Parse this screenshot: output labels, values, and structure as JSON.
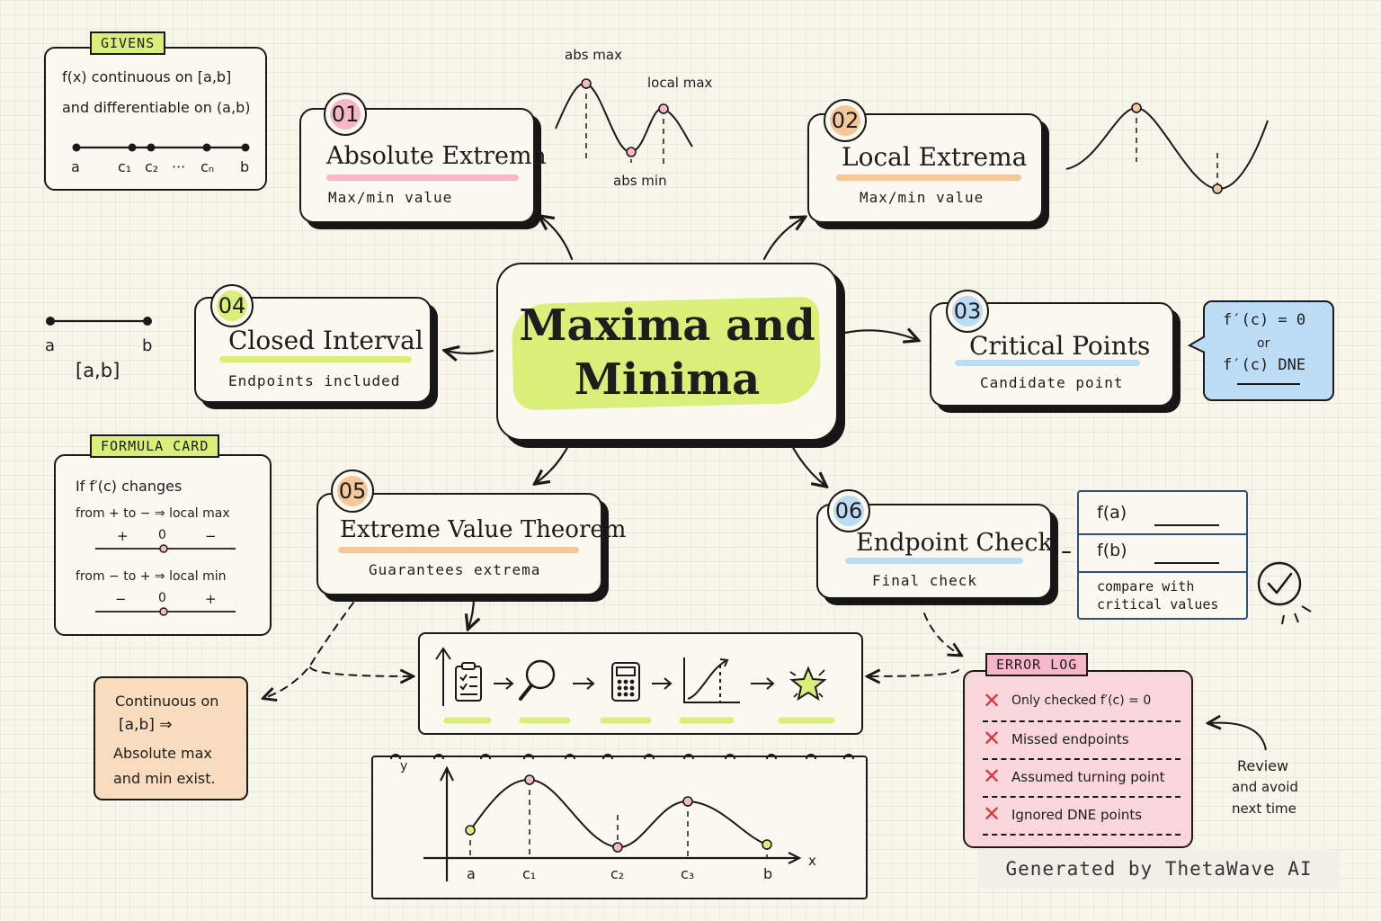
{
  "title": {
    "line1": "Maxima and",
    "line2": "Minima"
  },
  "colors": {
    "accent_green": "#d9ef7a",
    "pink": "#f6b8c9",
    "orange": "#f6c79a",
    "blue": "#bcdcf5",
    "ink": "#1a1a1a"
  },
  "givens": {
    "tag": "GIVENS",
    "line1": "f(x)  continuous  on  [a,b]",
    "line2": "and  differentiable  on  (a,b)",
    "ticks": [
      "a",
      "c₁",
      "c₂",
      "···",
      "cₙ",
      "b"
    ]
  },
  "nodes": {
    "n01": {
      "num": "01",
      "title": "Absolute Extrema",
      "sub": "Max/min value"
    },
    "n02": {
      "num": "02",
      "title": "Local Extrema",
      "sub": "Max/min value"
    },
    "n03": {
      "num": "03",
      "title": "Critical Points",
      "sub": "Candidate point"
    },
    "n04": {
      "num": "04",
      "title": "Closed Interval",
      "sub": "Endpoints included"
    },
    "n05": {
      "num": "05",
      "title": "Extreme Value Theorem",
      "sub": "Guarantees extrema"
    },
    "n06": {
      "num": "06",
      "title": "Endpoint Check",
      "sub": "Final check"
    }
  },
  "sketch1": {
    "abs_max": "abs max",
    "local_max": "local max",
    "abs_min": "abs min"
  },
  "interval": {
    "a": "a",
    "b": "b",
    "label": "[a,b]"
  },
  "critical_note": {
    "line1": "f′(c) = 0",
    "line2": "or",
    "line3": "f′(c) DNE"
  },
  "formula": {
    "tag": "FORMULA CARD",
    "line1": "If  f′(c)  changes",
    "line2": "from  +  to  −  ⇒  local max",
    "line3": "from  −  to  +  ⇒  local min",
    "signs_max": [
      "+",
      "0",
      "−"
    ],
    "signs_min": [
      "−",
      "0",
      "+"
    ]
  },
  "evt_note": {
    "line1": "Continuous  on",
    "line2": "[a,b]  ⇒",
    "line3": "Absolute  max",
    "line4": "and  min  exist."
  },
  "endpoint_note": {
    "fa": "f(a)",
    "fb": "f(b)",
    "line1": "compare  with",
    "line2": "critical  values"
  },
  "error_log": {
    "tag": "ERROR LOG",
    "items": [
      "Only checked f′(c) = 0",
      "Missed endpoints",
      "Assumed turning point",
      "Ignored DNE points"
    ]
  },
  "review": {
    "line1": "Review",
    "line2": "and avoid",
    "line3": "next time"
  },
  "process_icons": [
    "clipboard-icon",
    "magnifier-icon",
    "calculator-icon",
    "graph-icon",
    "star-icon"
  ],
  "notebook": {
    "y": "y",
    "x": "x",
    "labels": [
      "a",
      "c₁",
      "c₂",
      "c₃",
      "b"
    ]
  },
  "footer": "Generated by ThetaWave AI"
}
